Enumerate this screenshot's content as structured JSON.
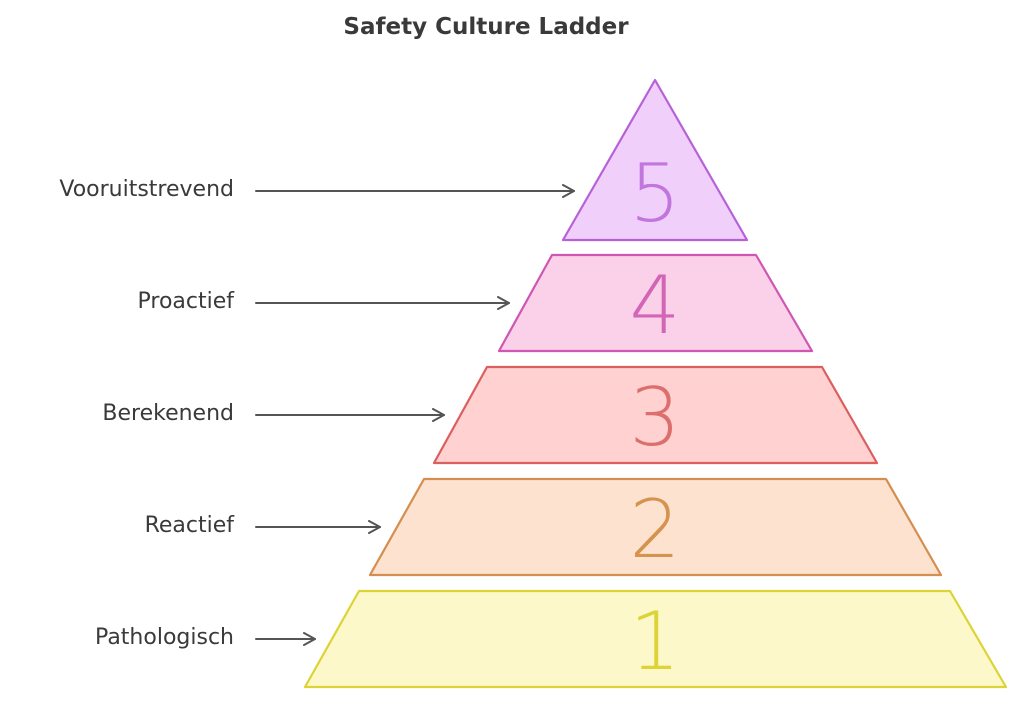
{
  "title": "Safety Culture Ladder",
  "levels": [
    {
      "number": "5",
      "label": "Vooruitstrevend",
      "fill": "#f0d0fb",
      "stroke": "#b761d8",
      "text": "#c276dd"
    },
    {
      "number": "4",
      "label": "Proactief",
      "fill": "#fbd1ea",
      "stroke": "#cf56b2",
      "text": "#d265b6"
    },
    {
      "number": "3",
      "label": "Berekenend",
      "fill": "#ffd1d1",
      "stroke": "#db5f5f",
      "text": "#dc6e6e"
    },
    {
      "number": "2",
      "label": "Reactief",
      "fill": "#fde3cf",
      "stroke": "#d48e4f",
      "text": "#d6924f"
    },
    {
      "number": "1",
      "label": "Pathologisch",
      "fill": "#fdf8c9",
      "stroke": "#dcd336",
      "text": "#dcd336"
    }
  ],
  "arrow_color": "#555555"
}
